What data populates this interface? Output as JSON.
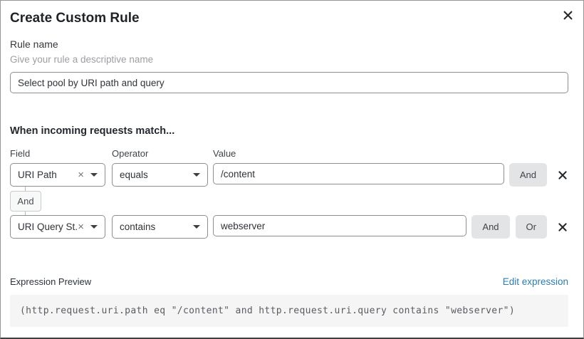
{
  "dialog": {
    "title": "Create Custom Rule"
  },
  "rule_name": {
    "label": "Rule name",
    "helper": "Give your rule a descriptive name",
    "value": "Select pool by URI path and query"
  },
  "matcher": {
    "heading": "When incoming requests match...",
    "column_headers": {
      "field": "Field",
      "operator": "Operator",
      "value": "Value"
    },
    "rows": [
      {
        "field": "URI Path",
        "operator": "equals",
        "value": "/content",
        "buttons": [
          "And"
        ]
      },
      {
        "field": "URI Query St...",
        "operator": "contains",
        "value": "webserver",
        "buttons": [
          "And",
          "Or"
        ]
      }
    ],
    "connector": "And"
  },
  "expression_preview": {
    "label": "Expression Preview",
    "edit_link": "Edit expression",
    "expression": "(http.request.uri.path eq \"/content\" and http.request.uri.query contains \"webserver\")"
  },
  "icons": {
    "close": "x",
    "remove_condition": "x",
    "clear_selection": "×",
    "caret_down": "▾"
  },
  "colors": {
    "link": "#2d7cb3",
    "button_bg": "#e3e4e5",
    "code_bg": "#f5f5f6",
    "border": "#8e8e8e"
  }
}
